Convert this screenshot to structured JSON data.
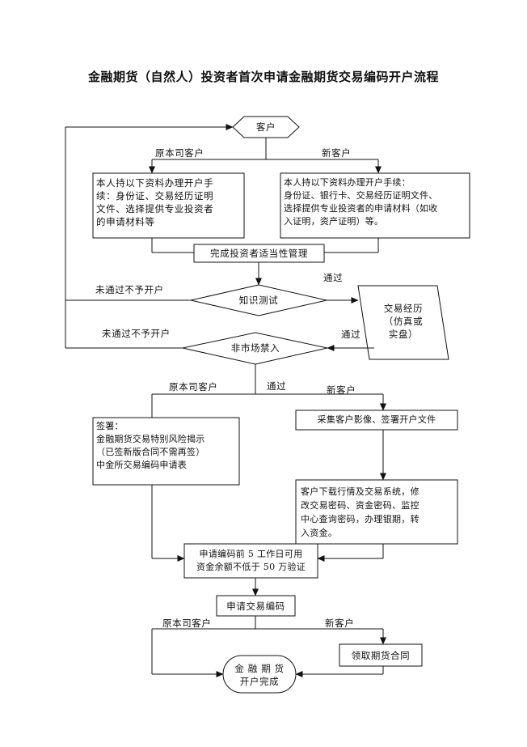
{
  "title": "金融期货（自然人）投资者首次申请金融期货交易编码开户流程",
  "nodes": {
    "customer": "客户",
    "existing_docs": [
      "本人持以下资料办理开户手",
      "续：身份证、交易经历证明",
      "文件、选择提供专业投资者",
      "的申请材料等"
    ],
    "new_docs": [
      "本人持以下资料办理开户手续：",
      "身份证、银行卡、交易经历证明文件、",
      "选择提供专业投资者的申请材料（如收",
      "入证明，资产证明）等。"
    ],
    "suitability": "完成投资者适当性管理",
    "knowledge_test": "知识测试",
    "trading_exp": [
      "交易经历",
      "（仿真或",
      "实盘）"
    ],
    "non_market_ban": "非市场禁入",
    "sign": [
      "签署：",
      "金融期货交易特别风险揭示",
      "（已签新版合同不需再签）",
      "中金所交易编码申请表"
    ],
    "collect": "采集客户影像、签署开户文件",
    "download": [
      "客户下载行情及交易系统，修",
      "改交易密码、资金密码、监控",
      "中心查询密码，办理银期，转",
      "入资金。"
    ],
    "verify": [
      "申请编码前 5 工作日可用",
      "资金余额不低于 50 万验证"
    ],
    "apply_code": "申请交易编码",
    "contract": "领取期货合同",
    "complete": [
      "金 融 期 货",
      "开户完成"
    ]
  },
  "edge_labels": {
    "existing_1": "原本司客户",
    "new_1": "新客户",
    "fail_1": "未通过不予开户",
    "pass_1": "通过",
    "fail_2": "未通过不予开户",
    "pass_2": "通过",
    "existing_2": "原本司客户",
    "pass_3": "通过",
    "new_2": "新客户",
    "existing_3": "原本司客户",
    "new_3": "新客户"
  }
}
